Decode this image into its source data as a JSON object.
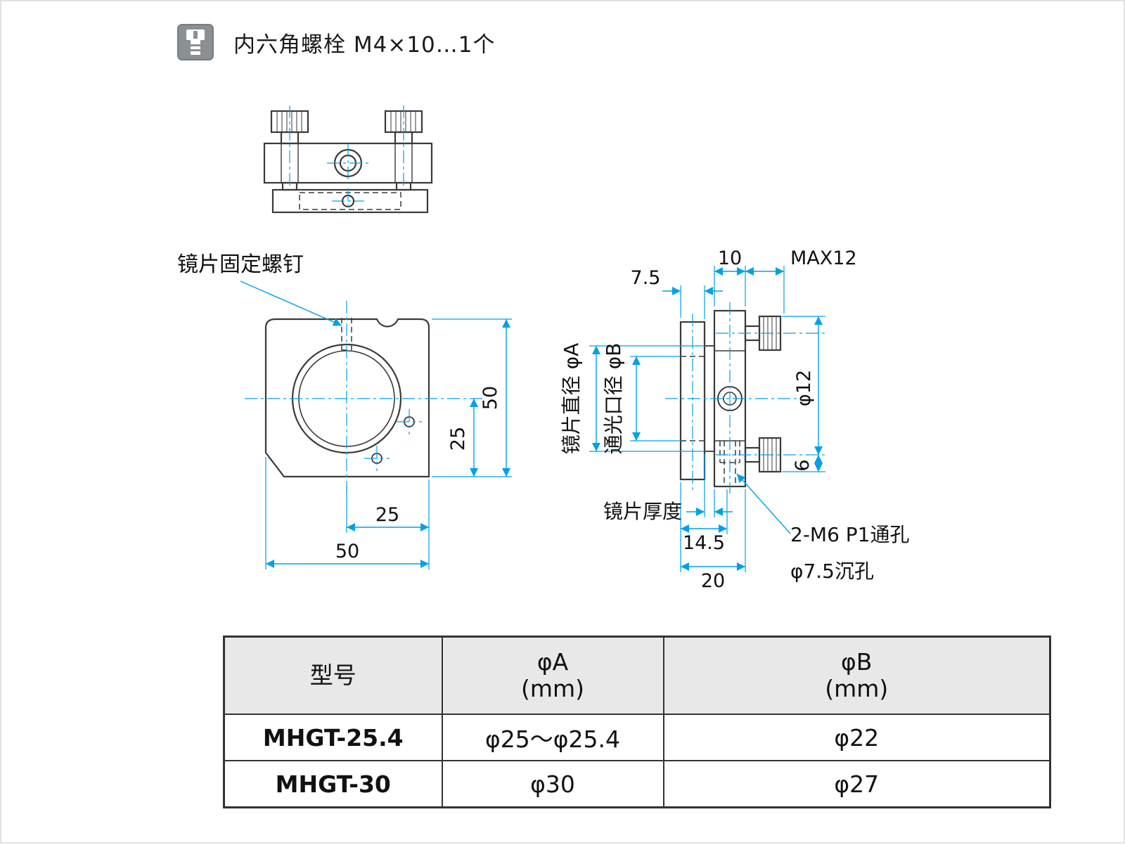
{
  "colors": {
    "dimension_blue": "#00a0e9",
    "geometry_gray": "#3a3a3a",
    "table_header_bg": "#e8e8e8",
    "icon_bg": "#8a9094"
  },
  "header": {
    "text": "内六角螺栓 M4×10…1个"
  },
  "front_view": {
    "label_lens_screw": "镜片固定螺钉",
    "dim_height": "50",
    "dim_center_to_bottom": "25",
    "dim_center_to_right": "25",
    "dim_width": "50"
  },
  "side_view": {
    "dim_plate_thickness": "7.5",
    "dim_body_depth": "10",
    "dim_screw_max": "MAX12",
    "dim_knob_dia": "φ12",
    "dim_bottom_offset": "6",
    "dim_hole_depth": "14.5",
    "dim_total_depth": "20",
    "label_lens_dia": "镜片直径 φA",
    "label_aperture": "通光口径 φB",
    "label_lens_thickness": "镜片厚度",
    "label_through_hole": "2-M6 P1通孔",
    "label_counterbore": "φ7.5沉孔"
  },
  "table": {
    "header_model": "型号",
    "header_a_line1": "φA",
    "header_a_line2": "(mm)",
    "header_b_line1": "φB",
    "header_b_line2": "(mm)",
    "rows": [
      {
        "model": "MHGT-25.4",
        "a": "φ25～φ25.4",
        "b": "φ22"
      },
      {
        "model": "MHGT-30",
        "a": "φ30",
        "b": "φ27"
      }
    ]
  }
}
